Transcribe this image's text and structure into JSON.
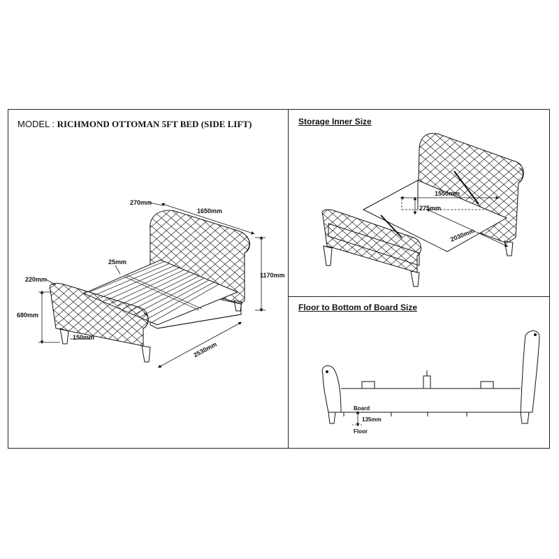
{
  "model": {
    "prefix": "MODEL :",
    "name": "RICHMOND OTTOMAN 5FT BED (SIDE LIFT)"
  },
  "overall_dimensions": {
    "headboard_depth": "270mm",
    "width": "1650mm",
    "slat_gap": "25mm",
    "overall_height": "1170mm",
    "footboard_depth": "220mm",
    "footboard_height": "680mm",
    "leg_height": "150mm",
    "length": "2530mm"
  },
  "storage_panel": {
    "heading": "Storage Inner Size",
    "width": "1550mm",
    "depth": "275mm",
    "length": "2030mm"
  },
  "floor_panel": {
    "heading": "Floor to Bottom of Board Size",
    "board_label": "Board",
    "clearance": "135mm",
    "floor_label": "Floor"
  }
}
